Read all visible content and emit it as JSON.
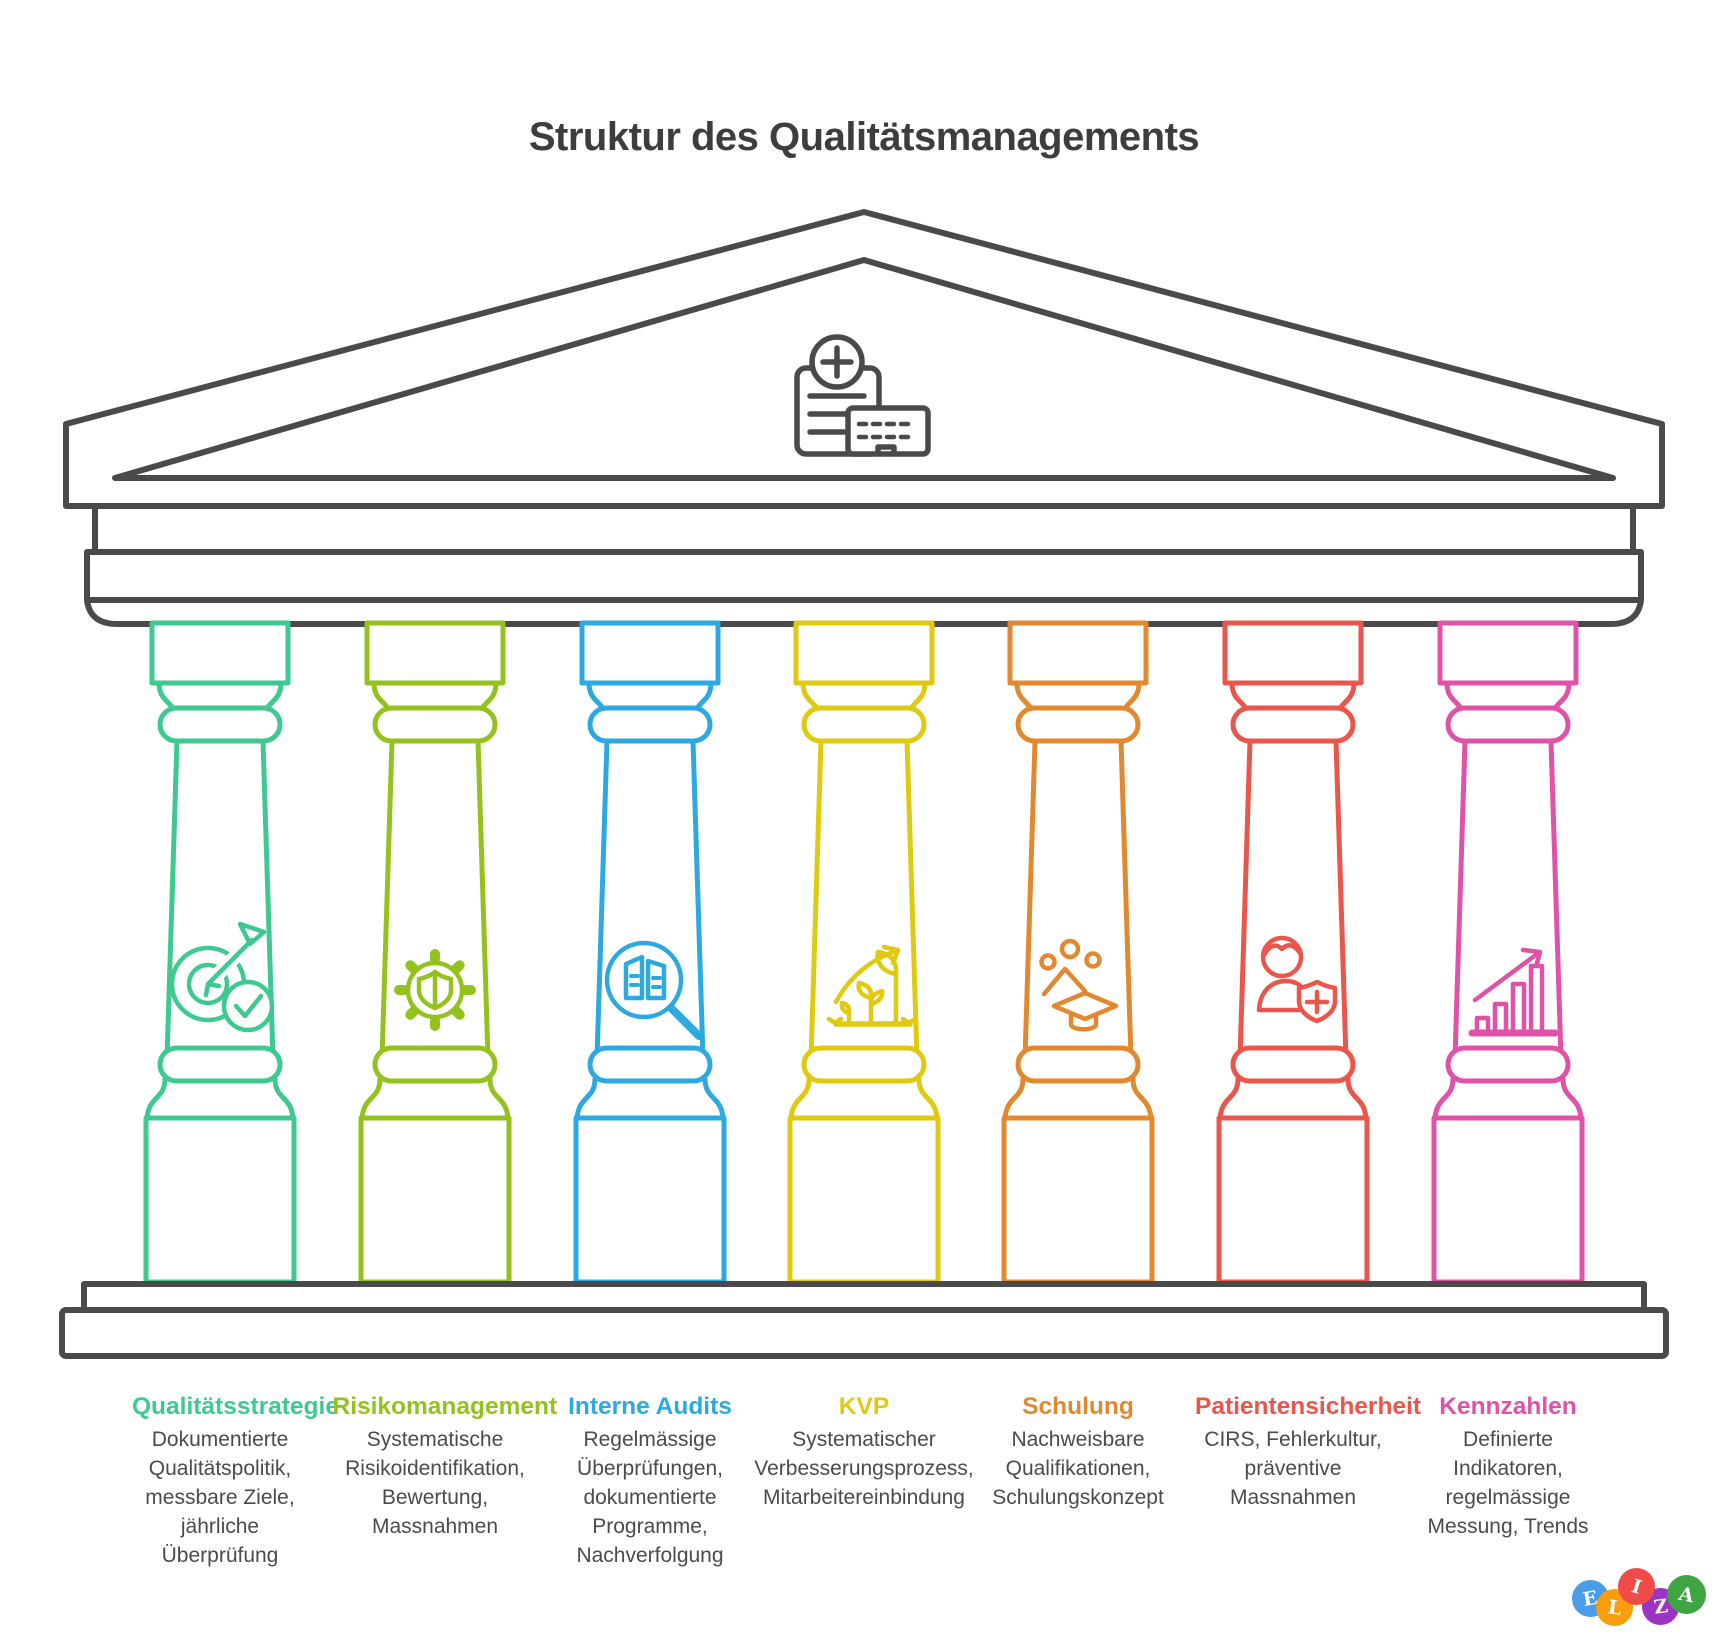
{
  "title": "Struktur des Qualitätsmanagements",
  "building": {
    "pediment_icon": "medical-document-keyboard-icon",
    "outline_color": "#4a4a4a"
  },
  "pillars": [
    {
      "label": "Qualitätsstrategie",
      "description": "Dokumentierte Qualitätspolitik, messbare Ziele, jährliche Überprüfung",
      "color": "#3dc990",
      "icon": "target-check-icon"
    },
    {
      "label": "Risikomanagement",
      "description": "Systematische Risikoidentifikation, Bewertung, Massnahmen",
      "color": "#94c21d",
      "icon": "gear-shield-icon"
    },
    {
      "label": "Interne Audits",
      "description": "Regelmässige Überprüfungen, dokumentierte Programme, Nachverfolgung",
      "color": "#2ba9e0",
      "icon": "document-magnifier-icon"
    },
    {
      "label": "KVP",
      "description": "Systematischer Verbesserungsprozess, Mitarbeitereinbindung",
      "color": "#e0ca10",
      "icon": "growth-plants-icon"
    },
    {
      "label": "Schulung",
      "description": "Nachweisbare Qualifikationen, Schulungskonzept",
      "color": "#e2882f",
      "icon": "graduation-cap-icon"
    },
    {
      "label": "Patientensicherheit",
      "description": "CIRS, Fehlerkultur, präventive Massnahmen",
      "color": "#ea554c",
      "icon": "patient-shield-icon"
    },
    {
      "label": "Kennzahlen",
      "description": "Definierte Indikatoren, regelmässige Messung, Trends",
      "color": "#e052a8",
      "icon": "bar-chart-trend-icon"
    }
  ],
  "logo": {
    "name": "ELIZA",
    "letters": [
      {
        "char": "E",
        "color": "#4a9de9"
      },
      {
        "char": "L",
        "color": "#f89e0c"
      },
      {
        "char": "I",
        "color": "#ef4c47"
      },
      {
        "char": "Z",
        "color": "#9c33c4"
      },
      {
        "char": "A",
        "color": "#3fa443"
      }
    ]
  }
}
